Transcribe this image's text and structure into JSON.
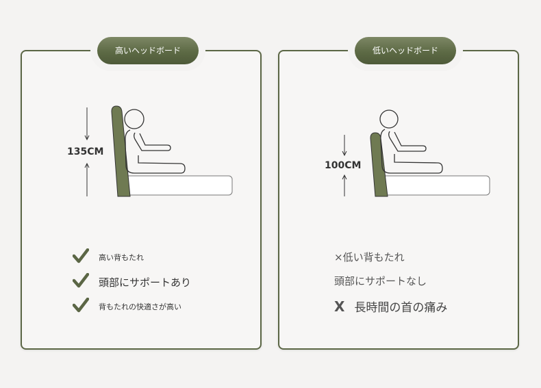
{
  "left": {
    "pill_label": "高いヘッドボード",
    "height_label": "135CM",
    "features": [
      "高い背もたれ",
      "頭部にサポートあり",
      "背もたれの快適さが高い"
    ]
  },
  "right": {
    "pill_label": "低いヘッドボード",
    "height_label": "100CM",
    "features": [
      "×低い背もたれ",
      "頭部にサポートなし"
    ],
    "x_symbol": "X",
    "negative_feature": "長時間の首の痛み"
  },
  "colors": {
    "accent_olive": "#5b6645",
    "pill_gradient_top": "#7d8765",
    "pill_gradient_bottom": "#4e5a39",
    "headboard_fill": "#6f7a52",
    "background": "#f4f3f2"
  },
  "icons": [
    "check-icon",
    "x-icon",
    "sleeping-person-icon",
    "headboard-icon",
    "mattress-icon",
    "arrow-up-icon",
    "arrow-down-icon"
  ]
}
